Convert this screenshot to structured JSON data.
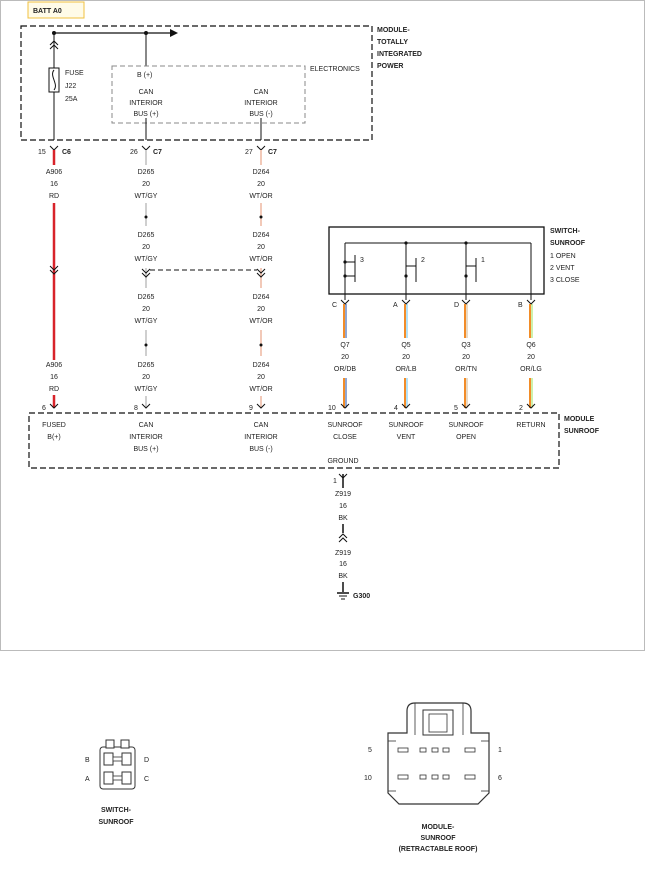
{
  "batt_label": "BATT A0",
  "tipm": {
    "title_lines": [
      "MODULE-",
      "TOTALLY",
      "INTEGRATED",
      "POWER"
    ],
    "fuse_label": "FUSE",
    "fuse_id": "J22",
    "fuse_rating": "25A",
    "b_plus": "B (+)",
    "electronics": "ELECTRONICS",
    "can_plus_lines": [
      "CAN",
      "INTERIOR",
      "BUS (+)"
    ],
    "can_minus_lines": [
      "CAN",
      "INTERIOR",
      "BUS (-)"
    ],
    "pins": [
      {
        "pin": "15",
        "conn": "C6"
      },
      {
        "pin": "26",
        "conn": "C7"
      },
      {
        "pin": "27",
        "conn": "C7"
      }
    ]
  },
  "wires": {
    "fused": {
      "top": [
        "A906",
        "16",
        "RD"
      ],
      "bottom": [
        "A906",
        "16",
        "RD"
      ],
      "color": "#d8232a"
    },
    "can_plus": {
      "labels": [
        [
          "D265",
          "20",
          "WT/GY"
        ],
        [
          "D265",
          "20",
          "WT/GY"
        ],
        [
          "D265",
          "20",
          "WT/GY"
        ],
        [
          "D265",
          "20",
          "WT/GY"
        ]
      ],
      "color": "#cfcfcf"
    },
    "can_minus": {
      "labels": [
        [
          "D264",
          "20",
          "WT/OR"
        ],
        [
          "D264",
          "20",
          "WT/OR"
        ],
        [
          "D264",
          "20",
          "WT/OR"
        ],
        [
          "D264",
          "20",
          "WT/OR"
        ]
      ],
      "color": "#f2c9b8"
    }
  },
  "switch": {
    "title_lines": [
      "SWITCH-",
      "SUNROOF"
    ],
    "legend": [
      "1 OPEN",
      "2 VENT",
      "3 CLOSE"
    ],
    "contacts": [
      "3",
      "2",
      "1"
    ],
    "pins": [
      "C",
      "A",
      "D",
      "B"
    ],
    "wires": [
      {
        "circuit": "Q7",
        "gauge": "20",
        "color_code": "OR/DB",
        "c1": "#f28c28",
        "c2": "#1f4fa8"
      },
      {
        "circuit": "Q5",
        "gauge": "20",
        "color_code": "OR/LB",
        "c1": "#f28c28",
        "c2": "#66c3f0"
      },
      {
        "circuit": "Q3",
        "gauge": "20",
        "color_code": "OR/TN",
        "c1": "#f28c28",
        "c2": "#d2b48c"
      },
      {
        "circuit": "Q6",
        "gauge": "20",
        "color_code": "OR/LG",
        "c1": "#f28c28",
        "c2": "#9be35a"
      }
    ]
  },
  "sunroof_module": {
    "title_lines": [
      "MODULE",
      "SUNROOF"
    ],
    "pins": [
      "6",
      "8",
      "9",
      "10",
      "4",
      "5",
      "2"
    ],
    "labels": [
      [
        "FUSED",
        "B(+)"
      ],
      [
        "CAN",
        "INTERIOR",
        "BUS (+)"
      ],
      [
        "CAN",
        "INTERIOR",
        "BUS (-)"
      ],
      [
        "SUNROOF",
        "CLOSE"
      ],
      [
        "SUNROOF",
        "VENT"
      ],
      [
        "SUNROOF",
        "OPEN"
      ],
      [
        "RETURN"
      ]
    ],
    "ground_label": "GROUND"
  },
  "ground": {
    "pin": "1",
    "top": [
      "Z919",
      "16",
      "BK"
    ],
    "bottom": [
      "Z919",
      "16",
      "BK"
    ],
    "point": "G300",
    "color": "#111111"
  },
  "connectors": {
    "switch": {
      "pins_left": [
        "B",
        "A"
      ],
      "pins_right": [
        "D",
        "C"
      ],
      "title_lines": [
        "SWITCH-",
        "SUNROOF"
      ]
    },
    "module": {
      "pins_left": [
        "5",
        "10"
      ],
      "pins_right": [
        "1",
        "6"
      ],
      "title_lines": [
        "MODULE-",
        "SUNROOF",
        "(RETRACTABLE ROOF)"
      ]
    }
  }
}
